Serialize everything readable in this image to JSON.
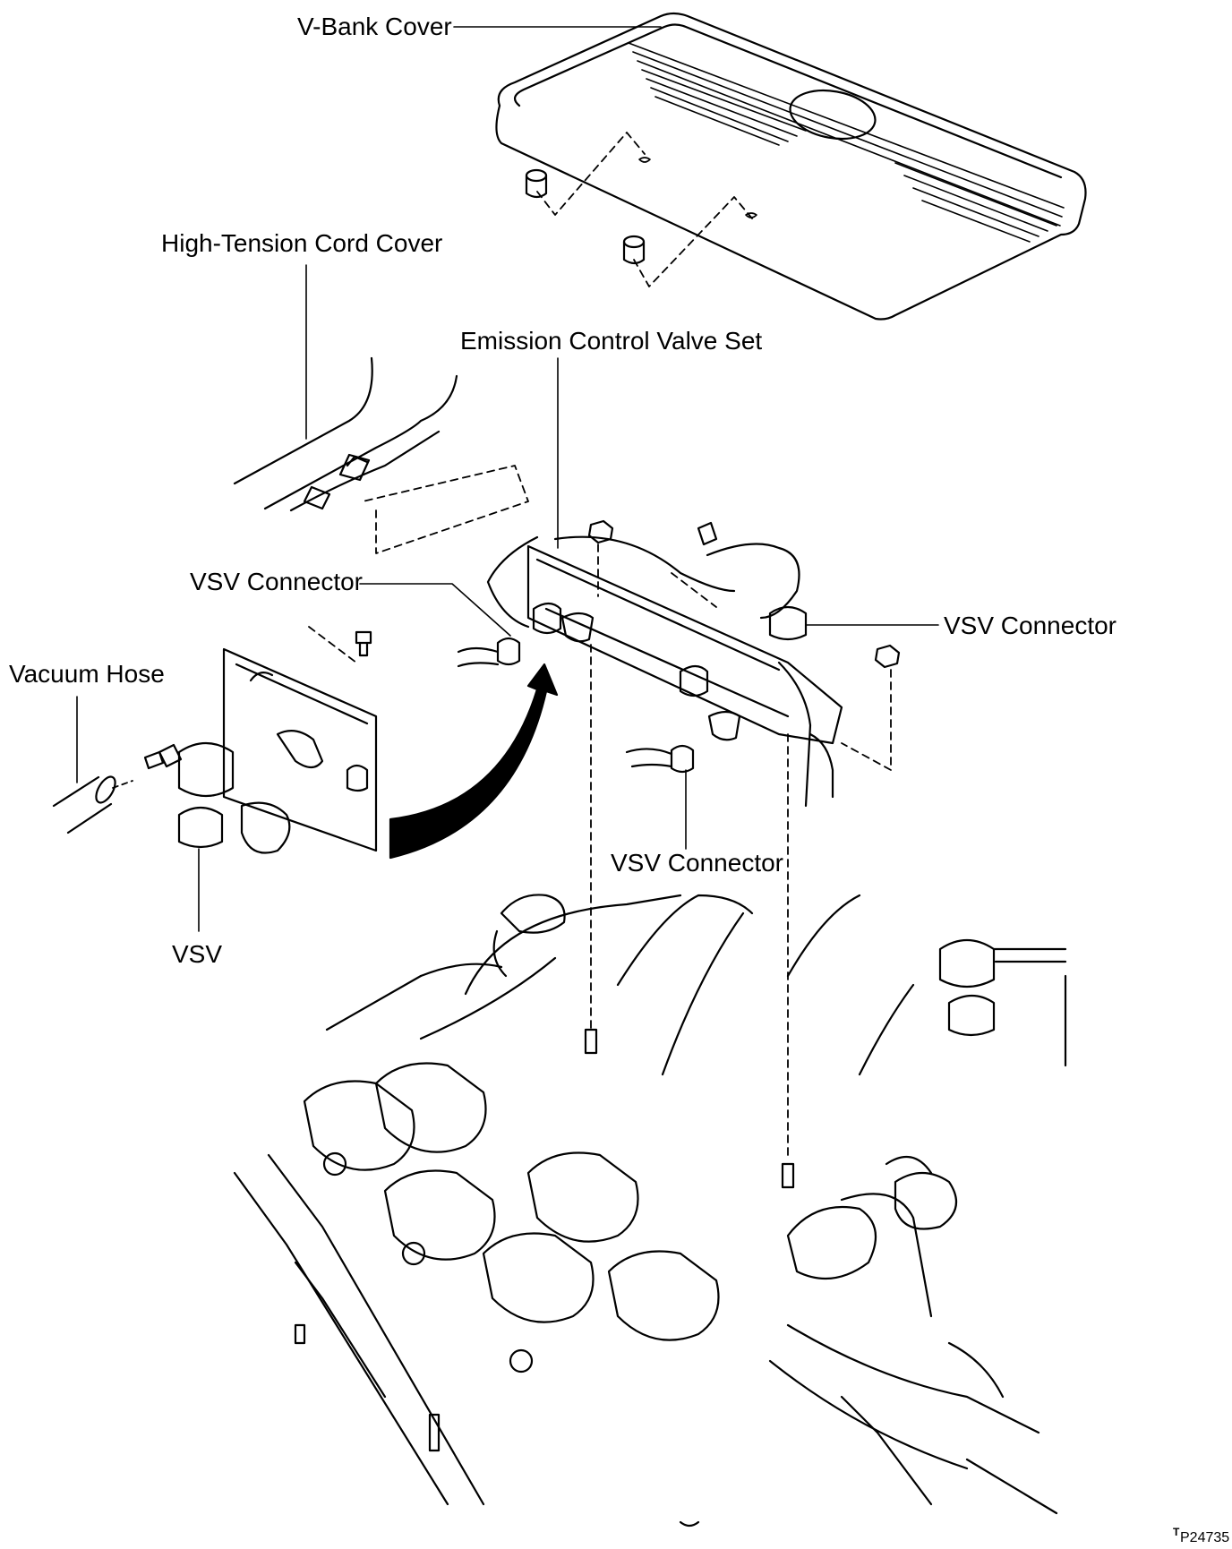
{
  "labels": {
    "v_bank_cover": "V-Bank Cover",
    "high_tension_cord_cover": "High-Tension Cord Cover",
    "emission_control_valve_set": "Emission Control Valve Set",
    "vsv_connector_left": "VSV Connector",
    "vsv_connector_right": "VSV Connector",
    "vsv_connector_bottom": "VSV Connector",
    "vacuum_hose": "Vacuum Hose",
    "vsv": "VSV"
  },
  "figure_marker": "T",
  "figure_id": "P24735",
  "colors": {
    "ink": "#000000",
    "paper": "#ffffff"
  }
}
